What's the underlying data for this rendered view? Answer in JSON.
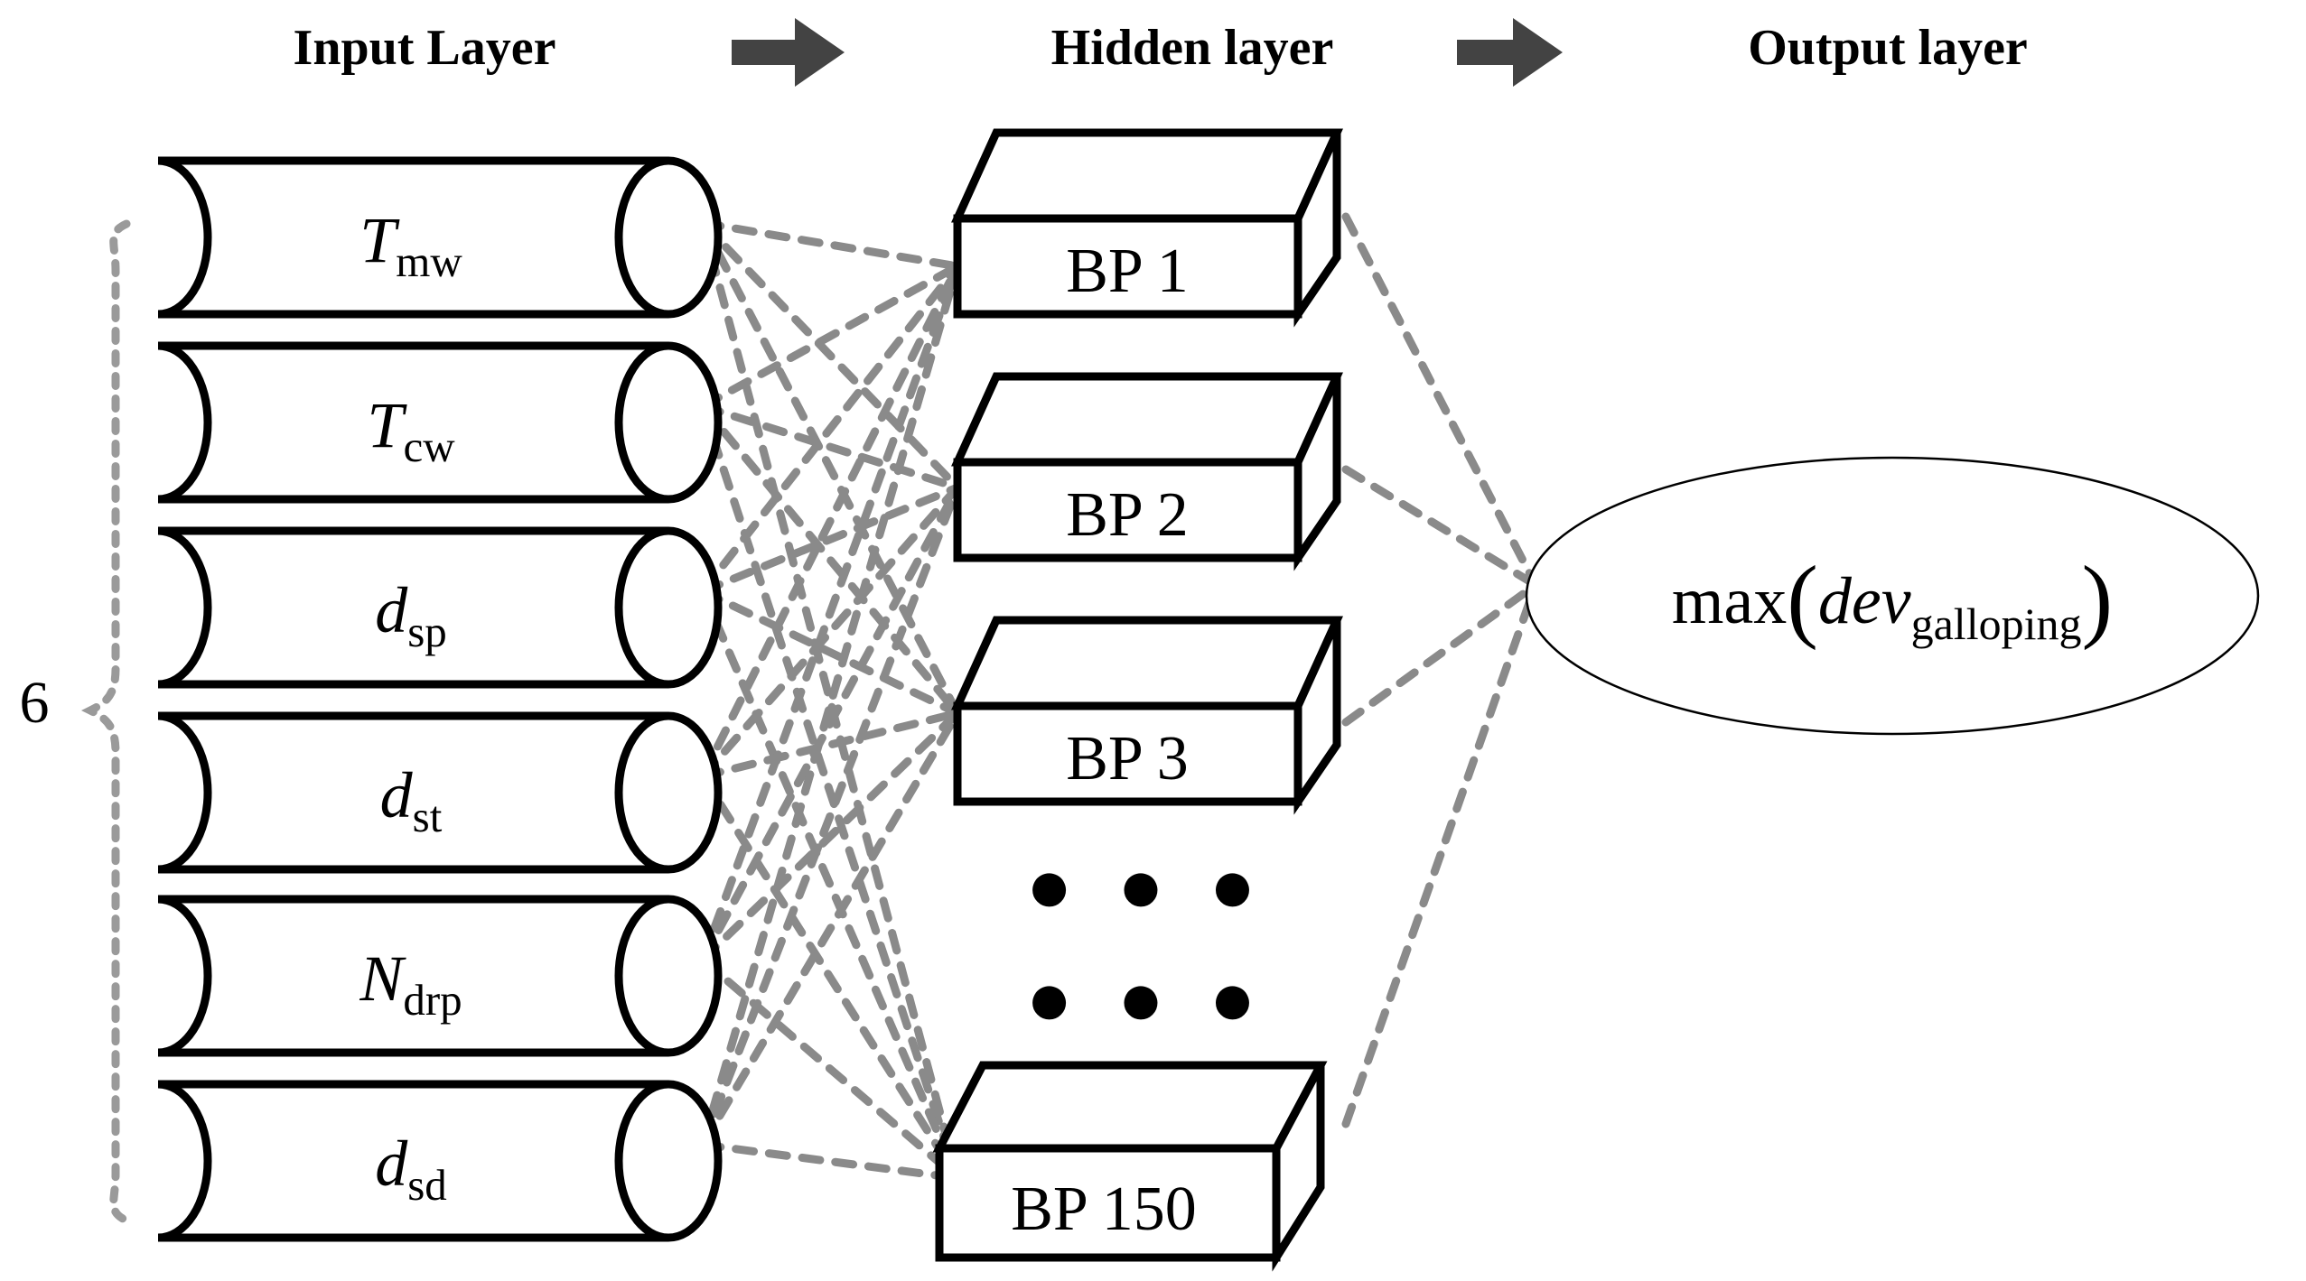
{
  "headers": {
    "input": "Input Layer",
    "hidden": "Hidden layer",
    "output": "Output layer"
  },
  "arrows": {
    "first": "right-arrow",
    "second": "right-arrow"
  },
  "input_layer": {
    "count_label": "6",
    "brace": "curly-brace-left",
    "nodes": [
      {
        "main": "T",
        "sub": "mw"
      },
      {
        "main": "T",
        "sub": "cw"
      },
      {
        "main": "d",
        "sub": "sp"
      },
      {
        "main": "d",
        "sub": "st"
      },
      {
        "main": "N",
        "sub": "drp"
      },
      {
        "main": "d",
        "sub": "sd"
      }
    ]
  },
  "hidden_layer": {
    "nodes": [
      {
        "label": "BP 1"
      },
      {
        "label": "BP 2"
      },
      {
        "label": "BP 3"
      },
      {
        "label": "BP 150"
      }
    ],
    "ellipsis": [
      "● ● ●",
      "● ● ●"
    ]
  },
  "output_layer": {
    "formula": {
      "fn": "max",
      "open_paren": "(",
      "var": "dev",
      "sub": "galloping",
      "close_paren": ")"
    }
  },
  "colors": {
    "stroke": "#000000",
    "connection": "#8a8a8a",
    "brace": "#9a9a9a",
    "arrow": "#434343",
    "background": "#ffffff"
  }
}
